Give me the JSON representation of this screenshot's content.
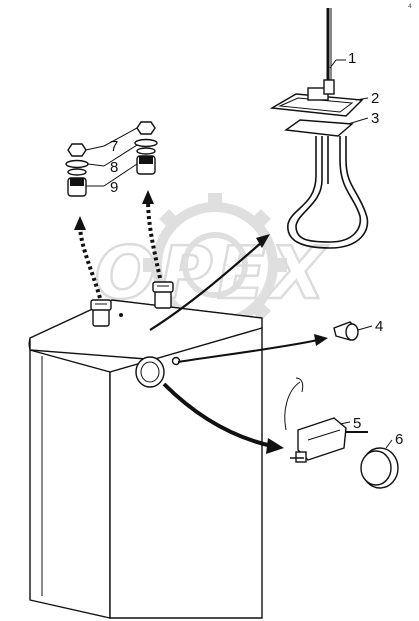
{
  "stamp": "4",
  "watermark": "OPEX",
  "callouts": {
    "c1": "1",
    "c2": "2",
    "c3": "3",
    "c4": "4",
    "c5": "5",
    "c6": "6",
    "c7": "7",
    "c8": "8",
    "c9": "9"
  }
}
